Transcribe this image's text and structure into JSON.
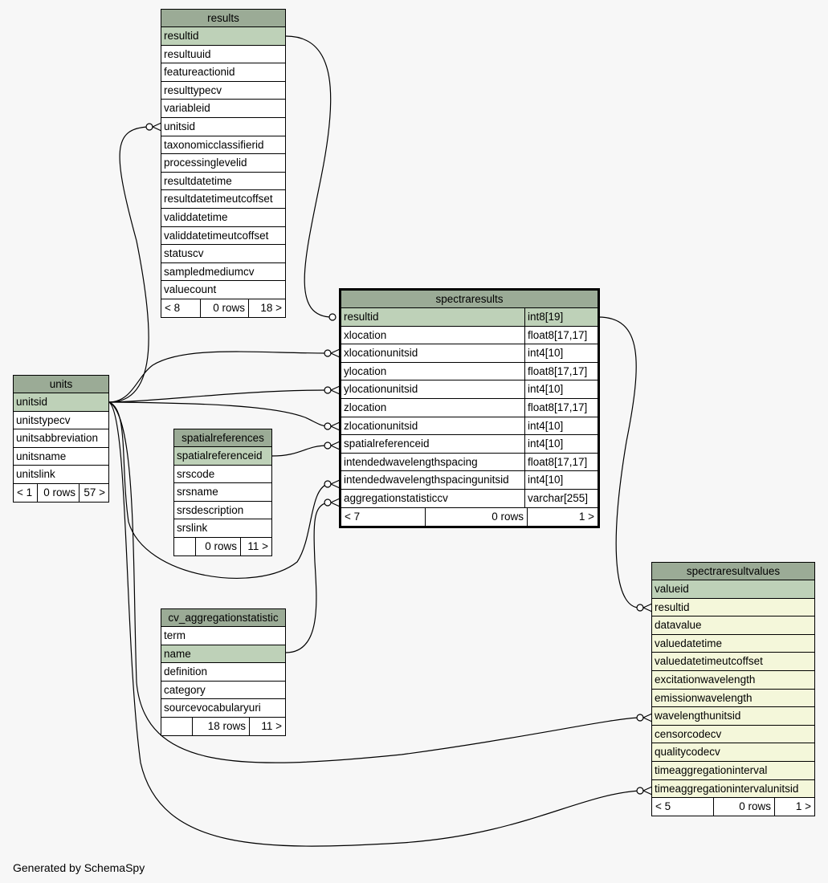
{
  "footer": {
    "generated_by": "Generated by SchemaSpy"
  },
  "tables": {
    "results": {
      "name": "results",
      "columns": [
        "resultid",
        "resultuuid",
        "featureactionid",
        "resulttypecv",
        "variableid",
        "unitsid",
        "taxonomicclassifierid",
        "processinglevelid",
        "resultdatetime",
        "resultdatetimeutcoffset",
        "validdatetime",
        "validdatetimeutcoffset",
        "statuscv",
        "sampledmediumcv",
        "valuecount"
      ],
      "footer": [
        "< 8",
        "0 rows",
        "18 >"
      ]
    },
    "units": {
      "name": "units",
      "columns": [
        "unitsid",
        "unitstypecv",
        "unitsabbreviation",
        "unitsname",
        "unitslink"
      ],
      "footer": [
        "< 1",
        "0 rows",
        "57 >"
      ]
    },
    "spatialreferences": {
      "name": "spatialreferences",
      "columns": [
        "spatialreferenceid",
        "srscode",
        "srsname",
        "srsdescription",
        "srslink"
      ],
      "footer": [
        "",
        "0 rows",
        "11 >"
      ]
    },
    "cv_aggregationstatistic": {
      "name": "cv_aggregationstatistic",
      "columns": [
        "term",
        "name",
        "definition",
        "category",
        "sourcevocabularyuri"
      ],
      "footer": [
        "",
        "18 rows",
        "11 >"
      ]
    },
    "spectraresults": {
      "name": "spectraresults",
      "columns": [
        {
          "name": "resultid",
          "type": "int8[19]"
        },
        {
          "name": "xlocation",
          "type": "float8[17,17]"
        },
        {
          "name": "xlocationunitsid",
          "type": "int4[10]"
        },
        {
          "name": "ylocation",
          "type": "float8[17,17]"
        },
        {
          "name": "ylocationunitsid",
          "type": "int4[10]"
        },
        {
          "name": "zlocation",
          "type": "float8[17,17]"
        },
        {
          "name": "zlocationunitsid",
          "type": "int4[10]"
        },
        {
          "name": "spatialreferenceid",
          "type": "int4[10]"
        },
        {
          "name": "intendedwavelengthspacing",
          "type": "float8[17,17]"
        },
        {
          "name": "intendedwavelengthspacingunitsid",
          "type": "int4[10]"
        },
        {
          "name": "aggregationstatisticcv",
          "type": "varchar[255]"
        }
      ],
      "footer": [
        "< 7",
        "0 rows",
        "1 >"
      ]
    },
    "spectraresultvalues": {
      "name": "spectraresultvalues",
      "columns": [
        "valueid",
        "resultid",
        "datavalue",
        "valuedatetime",
        "valuedatetimeutcoffset",
        "excitationwavelength",
        "emissionwavelength",
        "wavelengthunitsid",
        "censorcodecv",
        "qualitycodecv",
        "timeaggregationinterval",
        "timeaggregationintervalunitsid"
      ],
      "footer": [
        "< 5",
        "0 rows",
        "1 >"
      ]
    }
  },
  "colors": {
    "header": "#9bab96",
    "primary_key_row": "#bed1b8",
    "focus_detail_row": "#f4f7da",
    "background": "#f7f7f7"
  }
}
